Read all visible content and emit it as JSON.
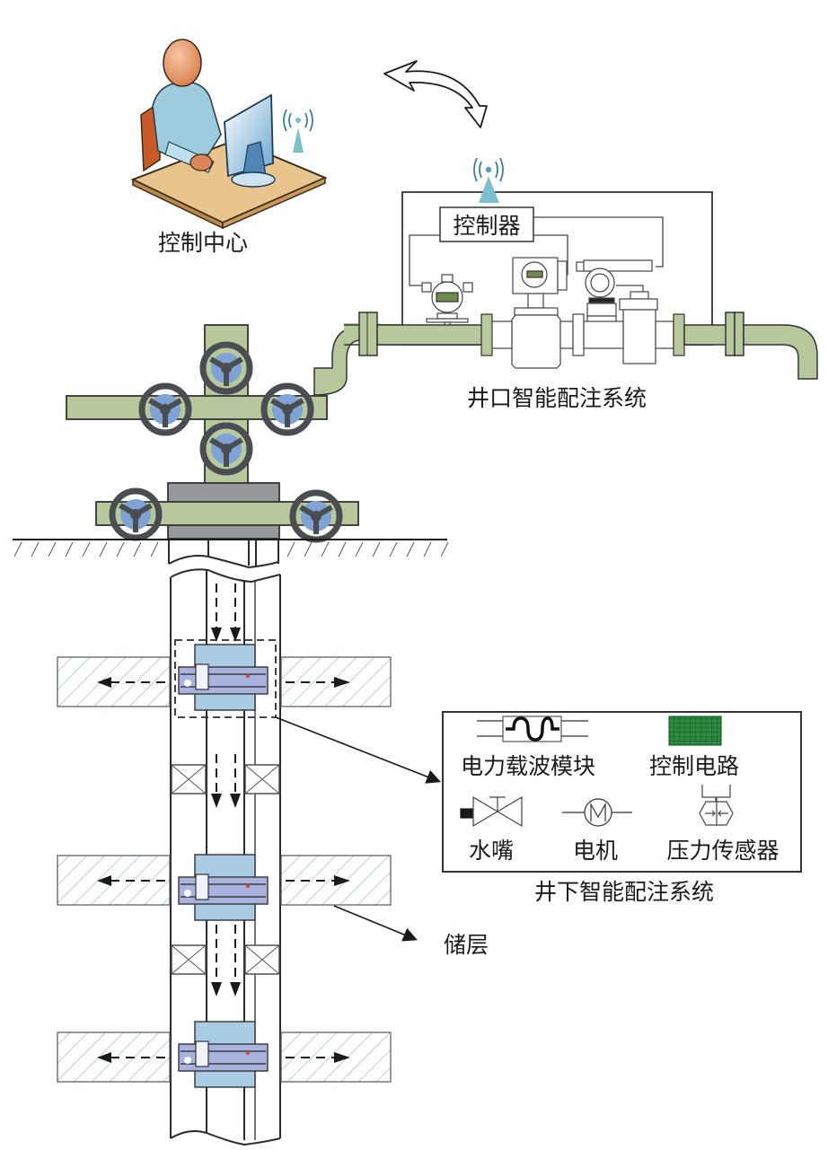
{
  "labels": {
    "control_center": "控制中心",
    "controller": "控制器",
    "wellhead_system": "井口智能配注系统",
    "downhole_system": "井下智能配注系统",
    "reservoir": "储层"
  },
  "legend": {
    "items": [
      {
        "icon": "power-carrier-module-icon",
        "label": "电力载波模块"
      },
      {
        "icon": "control-circuit-icon",
        "label": "控制电路"
      },
      {
        "icon": "water-nozzle-icon",
        "label": "水嘴"
      },
      {
        "icon": "motor-icon",
        "label": "电机"
      },
      {
        "icon": "pressure-sensor-icon",
        "label": "压力传感器"
      }
    ]
  },
  "colors": {
    "pipe_green": "#b7c99c",
    "valve_gray": "#4a4d52",
    "valve_blue": "#7ea3d4",
    "wellhead_gray": "#95979a",
    "tool_body_blue": "#a9cbe3",
    "tool_bar_blue": "#a9b3dd",
    "hatch_blue": "#a9bfe0",
    "circuit_green": "#2e8b3e",
    "antenna_blue": "#7cc0d0",
    "line": "#2b2b2b"
  }
}
